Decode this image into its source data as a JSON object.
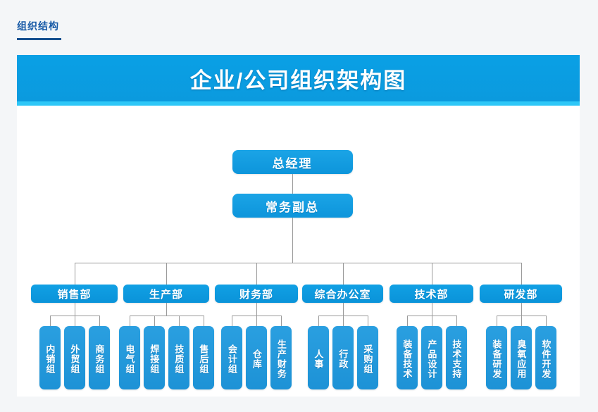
{
  "tab": {
    "label": "组织结构"
  },
  "banner": {
    "title": "企业/公司组织架构图",
    "bg_color": "#0b9ade",
    "accent_color": "#2ec7f7"
  },
  "colors": {
    "page_bg": "#f4f6f8",
    "card_bg": "#ffffff",
    "exec_box": "#0d95db",
    "dept_box": "#0a93d9",
    "leaf_box": "#1d92d6",
    "connector": "#9a9a9a",
    "tab_text": "#1558a6",
    "tab_underline": "#15508f"
  },
  "chart_data": {
    "type": "diagram",
    "title": "企业/公司组织架构图",
    "executives": [
      {
        "label": "总经理"
      },
      {
        "label": "常务副总"
      }
    ],
    "departments": [
      {
        "label": "销售部",
        "children": [
          "内销组",
          "外贸组",
          "商务组"
        ]
      },
      {
        "label": "生产部",
        "children": [
          "电气组",
          "焊接组",
          "技质组",
          "售后组"
        ]
      },
      {
        "label": "财务部",
        "children": [
          "会计组",
          "仓库",
          "生产财务"
        ]
      },
      {
        "label": "综合办公室",
        "children": [
          "人事",
          "行政",
          "采购组"
        ]
      },
      {
        "label": "技术部",
        "children": [
          "装备技术",
          "产品设计",
          "技术支持"
        ]
      },
      {
        "label": "研发部",
        "children": [
          "装备研发",
          "臭氧应用",
          "软件开发"
        ]
      }
    ]
  }
}
